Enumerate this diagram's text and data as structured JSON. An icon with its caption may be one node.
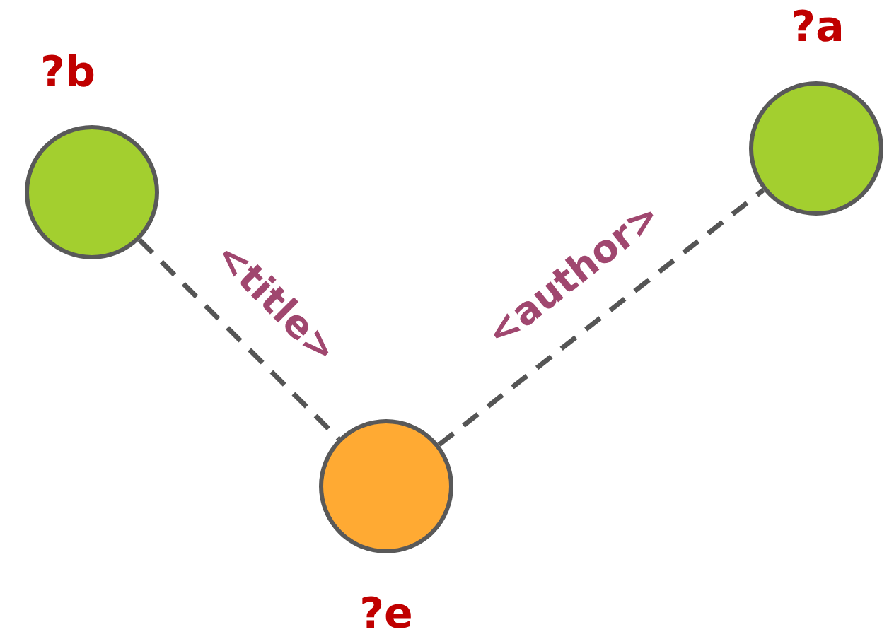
{
  "diagram": {
    "nodes": [
      {
        "text": [
          "?b"
        ]
      },
      {
        "text": [
          "?a"
        ]
      },
      {
        "text": [
          "?e"
        ]
      }
    ],
    "edges": [
      {
        "from": 0,
        "to": 2,
        "arrow": "none",
        "label": "<title>",
        "style": "dashed"
      },
      {
        "from": 2,
        "to": 1,
        "arrow": "none",
        "label": "<author>",
        "style": "dashed"
      }
    ]
  }
}
